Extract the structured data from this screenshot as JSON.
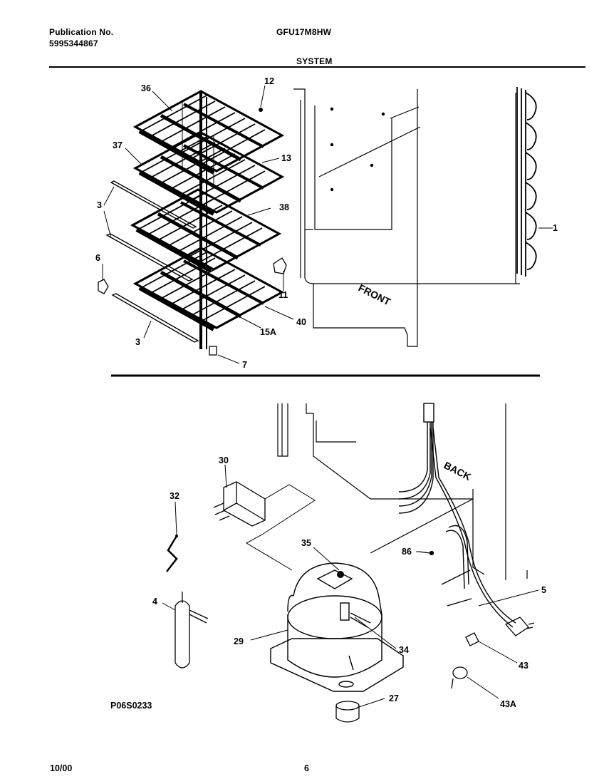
{
  "header": {
    "publication_label": "Publication No.",
    "publication_number": "5995344867",
    "model": "GFU17M8HW",
    "section_title": "SYSTEM"
  },
  "top_callouts": [
    "36",
    "12",
    "37",
    "13",
    "3",
    "38",
    "1",
    "6",
    "11",
    "40",
    "15A",
    "3",
    "7"
  ],
  "bottom_callouts": [
    "30",
    "32",
    "35",
    "86",
    "5",
    "4",
    "29",
    "34",
    "43",
    "27",
    "43A"
  ],
  "cabinet_labels": {
    "front": "FRONT",
    "back": "BACK"
  },
  "drawing_code": "P06S0233",
  "footer": {
    "date": "10/00",
    "page": "6"
  }
}
